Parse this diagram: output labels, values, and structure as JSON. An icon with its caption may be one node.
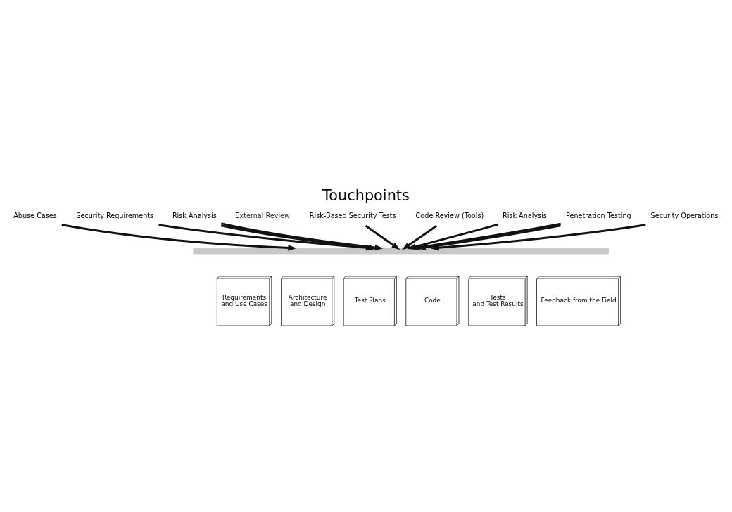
{
  "diagram": {
    "title": "Touchpoints",
    "nodes": [
      {
        "text": [
          "Abuse Cases"
        ]
      },
      {
        "text": [
          "Security Requirements"
        ]
      },
      {
        "text": [
          "Risk Analysis"
        ]
      },
      {
        "text": [
          "Risk-Based Security Tests"
        ]
      },
      {
        "text": [
          "Code Review (Tools)"
        ]
      },
      {
        "text": [
          "Risk Analysis"
        ]
      },
      {
        "text": [
          "Penetration Testing"
        ]
      },
      {
        "text": [
          "Security Operations"
        ]
      },
      {
        "text": [],
        "shape": "bar"
      },
      {
        "text": [
          "Requirements and Use Cases"
        ]
      },
      {
        "text": [
          "Architecture and Design"
        ]
      },
      {
        "text": [
          "Test Plans"
        ]
      },
      {
        "text": [
          "Code"
        ]
      },
      {
        "text": [
          "Tests and Test Results"
        ]
      },
      {
        "text": [
          "Feedback from the Field"
        ]
      }
    ],
    "edges": [
      {
        "from": 0,
        "to": 8,
        "arrow": "to"
      },
      {
        "from": 1,
        "to": 8,
        "arrow": "to"
      },
      {
        "from": 2,
        "to": 8,
        "arrow": "to"
      },
      {
        "from": 2,
        "to": 8,
        "arrow": "to"
      },
      {
        "from": 3,
        "to": 8,
        "arrow": "to"
      },
      {
        "from": 4,
        "to": 8,
        "arrow": "to"
      },
      {
        "from": 5,
        "to": 8,
        "arrow": "to"
      },
      {
        "from": 6,
        "to": 8,
        "arrow": "to"
      },
      {
        "from": 6,
        "to": 8,
        "arrow": "to"
      },
      {
        "from": 7,
        "to": 8,
        "arrow": "to"
      }
    ],
    "labels": [
      "External Review"
    ]
  }
}
